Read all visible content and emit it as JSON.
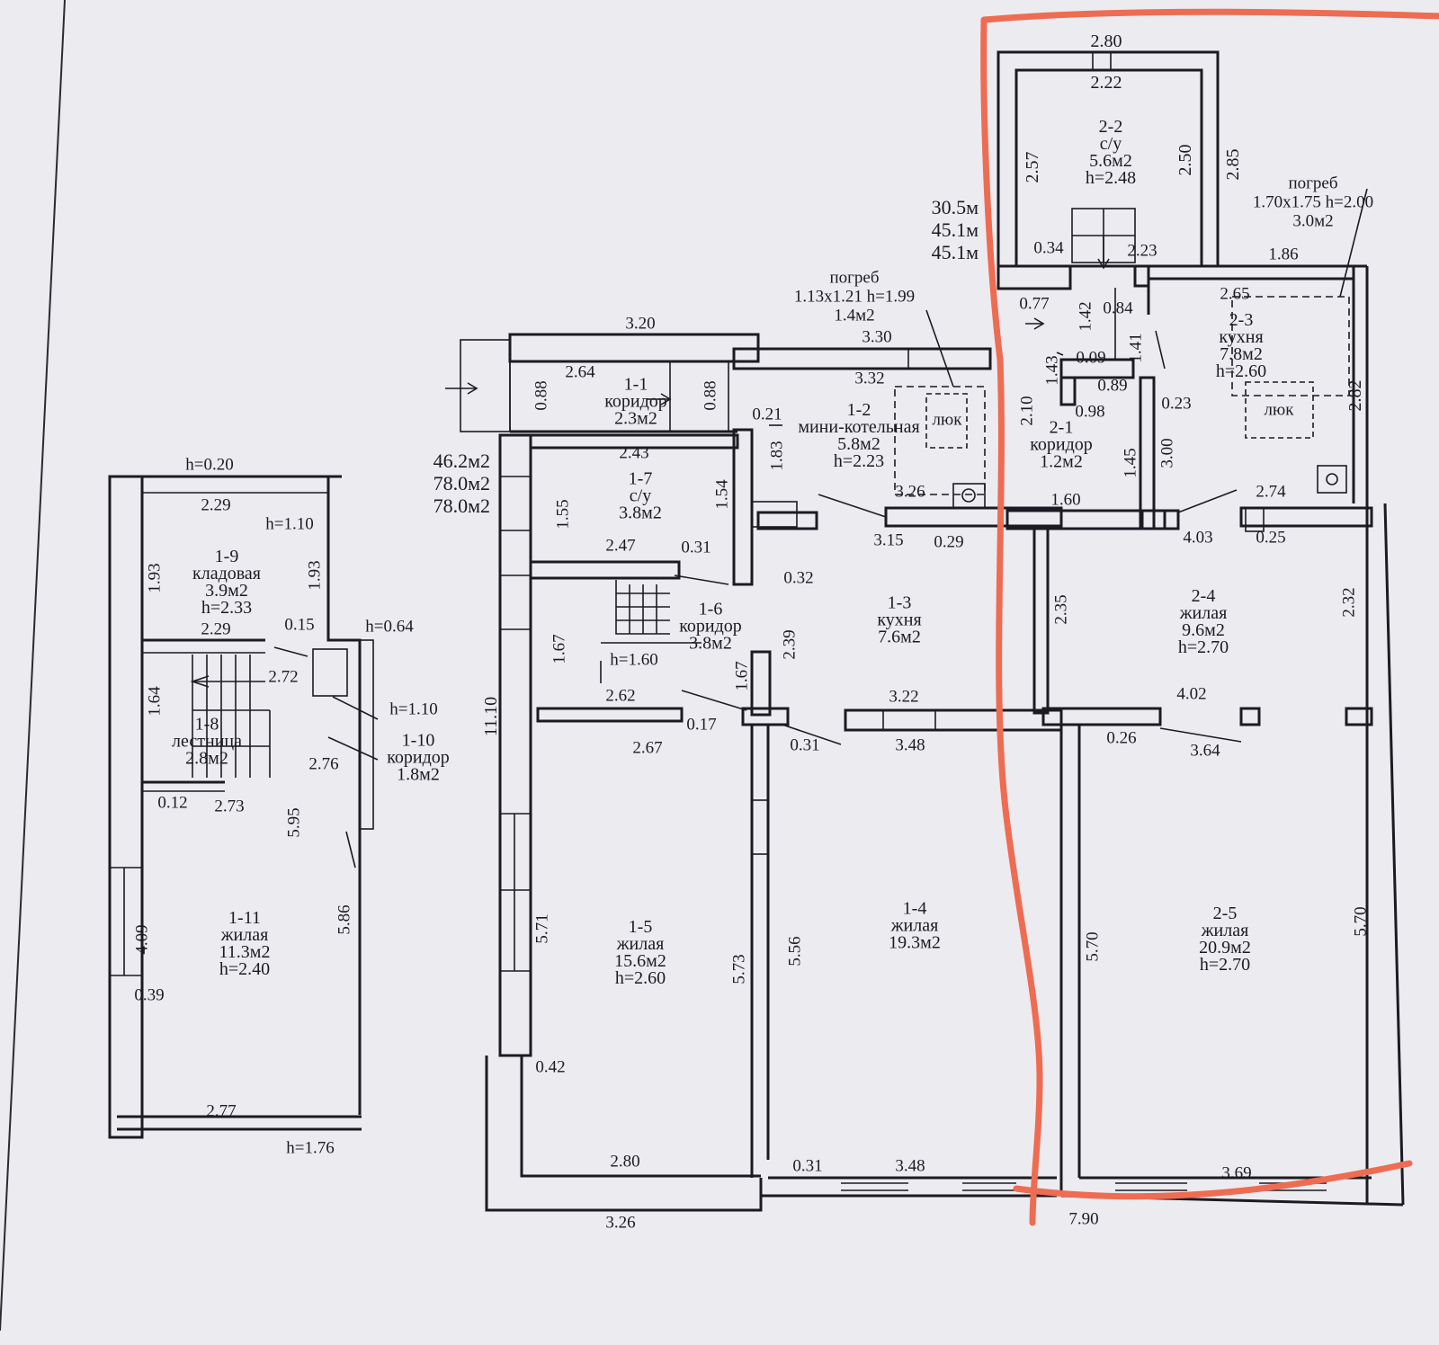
{
  "highlight_color": "#ee6c52",
  "rooms": [
    {
      "id": "1-1",
      "name": "коридор",
      "area": "2.3м2",
      "height": ""
    },
    {
      "id": "1-2",
      "name": "мини-котельная",
      "area": "5.8м2",
      "height": "h=2.23"
    },
    {
      "id": "1-3",
      "name": "кухня",
      "area": "7.6м2",
      "height": ""
    },
    {
      "id": "1-4",
      "name": "жилая",
      "area": "19.3м2",
      "height": ""
    },
    {
      "id": "1-5",
      "name": "жилая",
      "area": "15.6м2",
      "height": "h=2.60"
    },
    {
      "id": "1-6",
      "name": "коридор",
      "area": "3.8м2",
      "height": ""
    },
    {
      "id": "1-7",
      "name": "с/у",
      "area": "3.8м2",
      "height": ""
    },
    {
      "id": "1-8",
      "name": "лестница",
      "area": "2.8м2",
      "height": ""
    },
    {
      "id": "1-9",
      "name": "кладовая",
      "area": "3.9м2",
      "height": "h=2.33"
    },
    {
      "id": "1-10",
      "name": "коридор",
      "area": "1.8м2",
      "height": ""
    },
    {
      "id": "1-11",
      "name": "жилая",
      "area": "11.3м2",
      "height": "h=2.40"
    },
    {
      "id": "2-1",
      "name": "коридор",
      "area": "1.2м2",
      "height": ""
    },
    {
      "id": "2-2",
      "name": "с/у",
      "area": "5.6м2",
      "height": "h=2.48"
    },
    {
      "id": "2-3",
      "name": "кухня",
      "area": "7.8м2",
      "height": "h=2.60"
    },
    {
      "id": "2-4",
      "name": "жилая",
      "area": "9.6м2",
      "height": "h=2.70"
    },
    {
      "id": "2-5",
      "name": "жилая",
      "area": "20.9м2",
      "height": "h=2.70"
    }
  ],
  "totals": {
    "apt1": [
      "46.2м2",
      "78.0м2",
      "78.0м2"
    ],
    "apt2": [
      "30.5м",
      "45.1м",
      "45.1м"
    ]
  },
  "cellars": [
    {
      "title": "погреб",
      "dims": "1.13х1.21 h=1.99",
      "area": "1.4м2"
    },
    {
      "title": "погреб",
      "dims": "1.70х1.75 h=2.00",
      "area": "3.0м2"
    }
  ],
  "hatch_label": "люк",
  "dimensions": [
    "2.80",
    "2.22",
    "2.57",
    "2.50",
    "2.85",
    "0.34",
    "2.23",
    "1.86",
    "2.65",
    "2.82",
    "0.77",
    "1.42",
    "0.84",
    "1.41",
    "0.09",
    "1.43",
    "0.89",
    "0.98",
    "0.23",
    "2.10",
    "1.45",
    "3.00",
    "1.60",
    "2.74",
    "4.03",
    "0.25",
    "2.35",
    "2.32",
    "4.02",
    "0.26",
    "3.64",
    "5.70",
    "5.70",
    "3.69",
    "7.90",
    "3.20",
    "3.30",
    "3.32",
    "2.64",
    "0.88",
    "0.88",
    "0.21",
    "1.83",
    "2.43",
    "1.55",
    "1.54",
    "3.26",
    "3.15",
    "0.29",
    "2.47",
    "0.31",
    "0.32",
    "1.67",
    "h=1.60",
    "2.39",
    "1.67",
    "2.62",
    "0.17",
    "3.22",
    "3.48",
    "0.31",
    "2.67",
    "11.10",
    "5.71",
    "5.73",
    "5.56",
    "0.42",
    "2.80",
    "3.26",
    "0.31",
    "3.48",
    "h=0.20",
    "2.29",
    "h=1.10",
    "1.93",
    "1.93",
    "2.29",
    "0.15",
    "h=0.64",
    "2.72",
    "h=1.10",
    "1.64",
    "2.76",
    "0.12",
    "2.73",
    "5.95",
    "5.86",
    "4.09",
    "0.39",
    "2.77",
    "h=1.76"
  ]
}
